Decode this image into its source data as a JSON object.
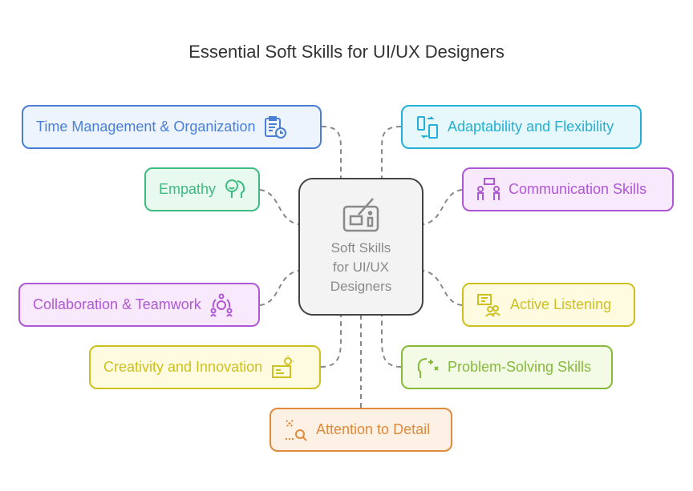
{
  "title": "Essential Soft Skills for UI/UX Designers",
  "center": {
    "lines": [
      "Soft Skills",
      "for UI/UX",
      "Designers"
    ],
    "icon": "design-tablet-icon"
  },
  "nodes": {
    "time": {
      "label": "Time Management & Organization",
      "icon": "clipboard-clock-icon",
      "color": "#4a7fd4"
    },
    "empathy": {
      "label": "Empathy",
      "icon": "head-smile-icon",
      "color": "#3dbb80"
    },
    "collab": {
      "label": "Collaboration & Teamwork",
      "icon": "team-gear-icon",
      "color": "#b057d6"
    },
    "creativity": {
      "label": "Creativity and Innovation",
      "icon": "lightbulb-board-icon",
      "color": "#cfc021"
    },
    "attention": {
      "label": "Attention to Detail",
      "icon": "magnifier-detail-icon",
      "color": "#e08a3c"
    },
    "adapt": {
      "label": "Adaptability and Flexibility",
      "icon": "devices-swap-icon",
      "color": "#24b0d6"
    },
    "comm": {
      "label": "Communication Skills",
      "icon": "people-chat-icon",
      "color": "#b057d6"
    },
    "listen": {
      "label": "Active Listening",
      "icon": "listening-icon",
      "color": "#cfc021"
    },
    "problem": {
      "label": "Problem-Solving Skills",
      "icon": "head-sparkle-icon",
      "color": "#86bb3a"
    }
  }
}
